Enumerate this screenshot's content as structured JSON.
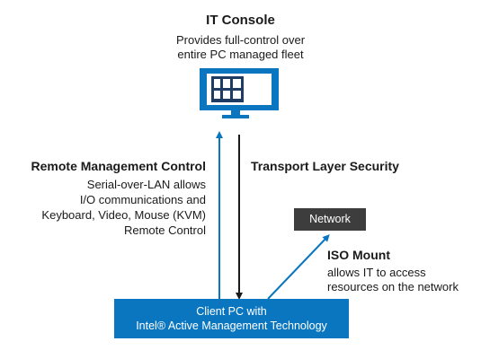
{
  "it_console": {
    "title": "IT Console",
    "description_line1": "Provides full-control over",
    "description_line2": "entire PC managed fleet",
    "icon": "monitor-icon"
  },
  "remote_management": {
    "title": "Remote Management Control",
    "line1": "Serial-over-LAN allows",
    "line2": "I/O communications and",
    "line3": "Keyboard, Video, Mouse (KVM)",
    "line4": "Remote Control"
  },
  "transport": {
    "title": "Transport Layer Security"
  },
  "network": {
    "label": "Network"
  },
  "iso_mount": {
    "title": "ISO Mount",
    "line1": "allows IT to access",
    "line2": "resources on the network"
  },
  "client_pc": {
    "line1": "Client PC with",
    "line2": "Intel® Active Management Technology"
  },
  "colors": {
    "blue": "#0b76c0",
    "dark": "#1a1a1a",
    "network_box": "#3d3d3d"
  }
}
